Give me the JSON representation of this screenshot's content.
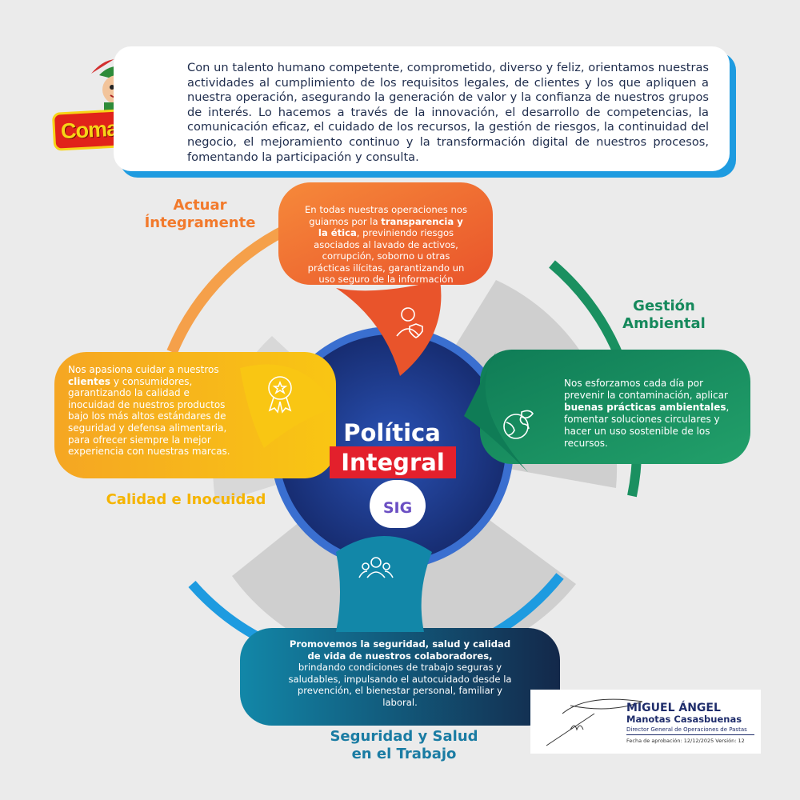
{
  "header": {
    "brand": "Comarrico",
    "policy_text": "Con un talento humano competente, comprometido, diverso y feliz, orientamos nuestras actividades al cumplimiento de los requisitos legales, de clientes y los que apliquen a nuestra operación, asegurando la generación de valor y la confianza de nuestros grupos de interés. Lo hacemos a través de la innovación, el desarrollo de competencias, la comunicación eficaz, el cuidado de los recursos, la gestión de riesgos, la continuidad del negocio, el mejoramiento continuo y la transformación digital de nuestros procesos, fomentando la participación y consulta."
  },
  "center": {
    "line1": "Política",
    "line2": "Integral",
    "badge": "SIG"
  },
  "pillars": {
    "actuar": {
      "title1": "Actuar",
      "title2": "Íntegramente",
      "text_a": "En todas nuestras operaciones nos guiamos por la ",
      "text_bold": "transparencia y la ética",
      "text_b": ", previniendo riesgos asociados al lavado de activos, corrupción, soborno u otras prácticas ilícitas, garantizando un uso seguro de la información",
      "color": "#f27a2c"
    },
    "ambiental": {
      "title1": "Gestión",
      "title2": "Ambiental",
      "text_a": "Nos esforzamos cada día por prevenir la contaminación, aplicar ",
      "text_bold": "buenas prácticas ambientales",
      "text_b": ", fomentar soluciones circulares y hacer un uso sostenible de los recursos.",
      "color": "#16895c"
    },
    "calidad": {
      "title": "Calidad e Inocuidad",
      "text_pre": "Nos apasiona cuidar a nuestros ",
      "text_bold": "clientes",
      "text_b": " y consumidores, garantizando la calidad e inocuidad de nuestros productos bajo los más altos estándares de seguridad y defensa alimentaria, para ofrecer siempre la mejor experiencia con nuestras marcas.",
      "color": "#f5b400"
    },
    "seguridad": {
      "title1": "Seguridad y Salud",
      "title2": "en el Trabajo",
      "text_bold": "Promovemos la seguridad, salud y calidad de vida de nuestros colaboradores,",
      "text_b": " brindando condiciones de trabajo seguras y saludables, impulsando el autocuidado desde la prevención, el bienestar personal, familiar y laboral.",
      "color": "#1a7ca3"
    }
  },
  "signature": {
    "name1": "MIGUEL ÁNGEL",
    "name2": "Manotas Casasbuenas",
    "role": "Director General de Operaciones de Pastas",
    "approval": "Fecha de aprobación: 12/12/2025 Versión: 12"
  }
}
